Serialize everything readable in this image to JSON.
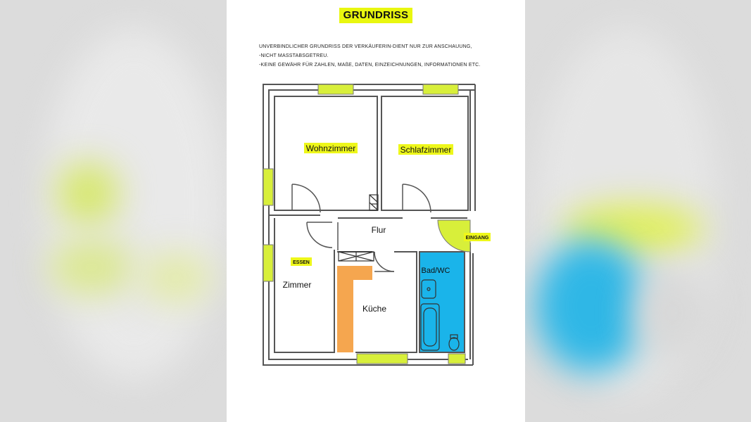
{
  "title": "GRUNDRISS",
  "notes": [
    "UNVERBINDLICHER GRUNDRISS DER VERKÄUFERIN-DIENT NUR ZUR ANSCHAUUNG,",
    "-NICHT MASSTABSGETREU.",
    "-KEINE GEWÄHR FÜR ZAHLEN, MAßE, DATEN, EINZEICHNUNGEN, INFORMATIONEN ETC."
  ],
  "rooms": {
    "wohnzimmer": "Wohnzimmer",
    "schlafzimmer": "Schlafzimmer",
    "flur": "Flur",
    "eingang": "EINGANG",
    "essen": "ESSEN",
    "zimmer": "Zimmer",
    "kueche": "Küche",
    "bad": "Bad/WC"
  },
  "colors": {
    "window_highlight": "#d8ef3a",
    "label_highlight": "#eef71a",
    "kitchen_counter": "#f5a64f",
    "bathroom": "#1ab4ea",
    "walls": "#555555"
  }
}
